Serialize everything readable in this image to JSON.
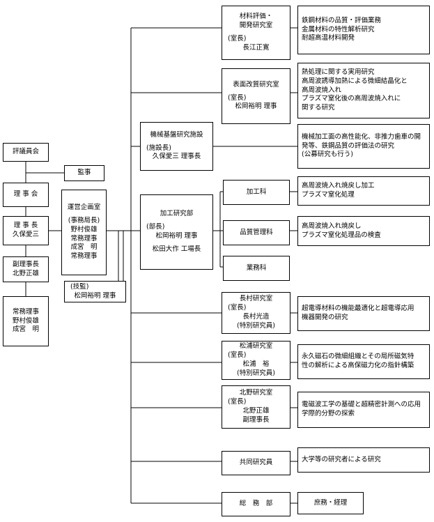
{
  "left": {
    "council": "評議員会",
    "auditor": "監事",
    "board": "理 事 会",
    "chairman": [
      "理 事 長",
      "久保愛三"
    ],
    "vice": [
      "副理事長",
      "北野正雄"
    ],
    "executive": [
      "常務理事",
      "野村俊雄",
      "成宮　明"
    ]
  },
  "planning": {
    "title": "運営企画室",
    "role": "(事務局長)",
    "lines": [
      "野村俊雄",
      "常務理事",
      "成宮　明",
      "常務理事"
    ]
  },
  "counsel": {
    "role": "(技監)",
    "name": "松岡裕明 理事"
  },
  "labs": {
    "materials": {
      "title1": "材料評価・",
      "title2": "開発研究室",
      "role": "(室長)",
      "name": "長江正寛",
      "desc": [
        "鉄鋼材料の品質・評価業務",
        "金属材料の特性解析研究",
        "耐超高温材料開発"
      ]
    },
    "surface": {
      "title": "表面改質研究室",
      "role": "(室長)",
      "name": "松岡裕明 理事",
      "desc": [
        "熱処理に関する実用研究",
        "高周波誘導加熱による微細結晶化と",
        "高周波焼入れ",
        "プラズマ窒化後の高周波焼入れに",
        "関する研究"
      ]
    },
    "machine": {
      "title": "機械基盤研究施設",
      "role": "(施設長)",
      "name": "久保愛三 理事長",
      "desc": [
        "機械加工面の高性能化、非推力歯車の開",
        "発等、鉄鋼品質の評価法の研究",
        "(公募研究も行う)"
      ]
    },
    "processing": {
      "title": "加工研究部",
      "role": "(部長)",
      "name1": "松岡裕明 理事",
      "name2": "松田大作 工場長"
    },
    "kakou": {
      "title": "加工科",
      "desc": [
        "高周波焼入れ焼戻し加工",
        "プラズマ窒化処理"
      ]
    },
    "quality": {
      "title": "品質管理科",
      "desc": [
        "高周波焼入れ焼戻し",
        "プラズマ窒化処理品の検査"
      ]
    },
    "gyomu": {
      "title": "業務科"
    },
    "nagamura": {
      "title": "長村研究室",
      "role": "(室長)",
      "name": "長村光造",
      "note": "(特別研究員)",
      "desc": [
        "超電導材料の機能最適化と超電導応用",
        "機器開発の研究"
      ]
    },
    "matsuura": {
      "title": "松浦研究室",
      "role": "(室長)",
      "name": "松浦　裕",
      "note": "(特別研究員)",
      "desc": [
        "永久磁石の微細組織とその局所磁気特",
        "性の解析による高保磁力化の指針構築"
      ]
    },
    "kitano": {
      "title": "北野研究室",
      "role": "(室長)",
      "name": "北野正雄",
      "note": "副理事長",
      "desc": [
        "電磁波工学の基礎と超精密計測への応用",
        "学際的分野の探索"
      ]
    },
    "joint": {
      "title": "共同研究員",
      "desc": [
        "大学等の研究者による研究"
      ]
    },
    "general": {
      "title": "総　務　部",
      "desc": [
        "庶務・経理"
      ]
    }
  }
}
